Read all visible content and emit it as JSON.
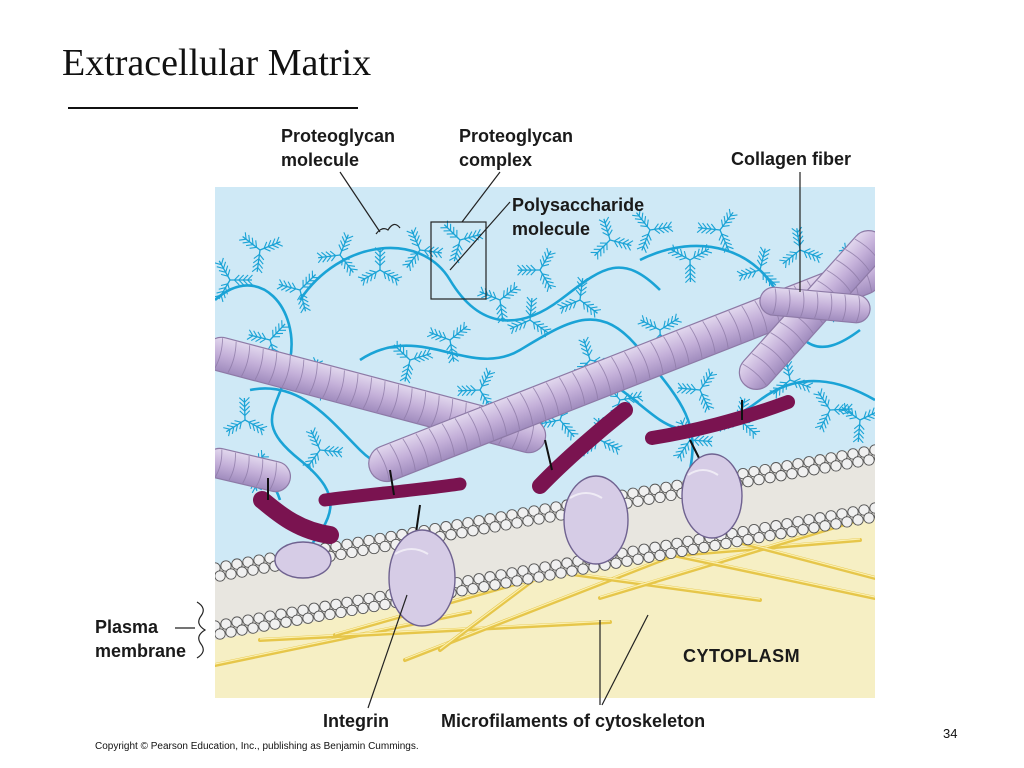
{
  "slide": {
    "title": "Extracellular Matrix",
    "page_number": "34",
    "copyright": "Copyright © Pearson Education, Inc., publishing as Benjamin Cummings."
  },
  "labels": {
    "proteoglycan_molecule": [
      "Proteoglycan",
      "molecule"
    ],
    "proteoglycan_complex": [
      "Proteoglycan",
      "complex"
    ],
    "collagen_fiber": "Collagen fiber",
    "polysaccharide_molecule": [
      "Polysaccharide",
      "molecule"
    ],
    "plasma_membrane": [
      "Plasma",
      "membrane"
    ],
    "cytoplasm": "CYTOPLASM",
    "integrin": "Integrin",
    "microfilaments": "Microfilaments of cytoskeleton"
  },
  "colors": {
    "extracellular": "#cfe9f6",
    "cytoplasm": "#f6efc4",
    "polysaccharide_strand": "#1aa3d6",
    "collagen": "#c9b6dc",
    "collagen_stroke": "#8d7aa6",
    "fibronectin": "#7a1350",
    "integrin": "#d6cce6",
    "phospholipid_head": "#f0f0f0",
    "microfilament": "#e6c64a"
  }
}
